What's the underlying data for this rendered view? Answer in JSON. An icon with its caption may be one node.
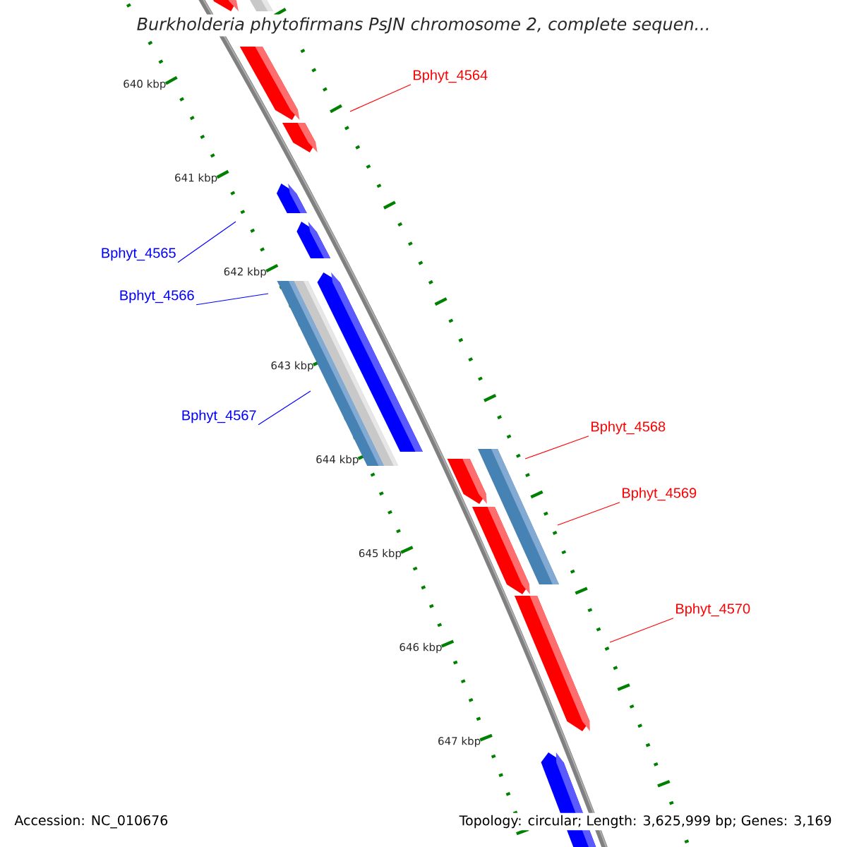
{
  "diagram": {
    "title": "Burkholderia phytofirmans PsJN chromosome 2, complete sequen...",
    "nodes": [
      {
        "text": [
          "Bphyt_4564"
        ]
      },
      {
        "text": [
          "Bphyt_4565"
        ]
      },
      {
        "text": [
          "Bphyt_4566"
        ]
      },
      {
        "text": [
          "Bphyt_4567"
        ]
      },
      {
        "text": [
          "Bphyt_4568"
        ]
      },
      {
        "text": [
          "Bphyt_4569"
        ]
      },
      {
        "text": [
          "Bphyt_4570"
        ]
      }
    ],
    "edges": [
      {
        "from": 0,
        "to": null,
        "arrow": "none",
        "color": "#ff0000"
      },
      {
        "from": 1,
        "to": null,
        "arrow": "none",
        "color": "#0000ff"
      },
      {
        "from": 2,
        "to": null,
        "arrow": "none",
        "color": "#0000ff"
      },
      {
        "from": 3,
        "to": null,
        "arrow": "none",
        "color": "#0000ff"
      },
      {
        "from": 4,
        "to": null,
        "arrow": "none",
        "color": "#ff0000"
      },
      {
        "from": 5,
        "to": null,
        "arrow": "none",
        "color": "#ff0000"
      },
      {
        "from": 6,
        "to": null,
        "arrow": "none",
        "color": "#ff0000"
      }
    ],
    "labels": [
      "640 kbp",
      "641 kbp",
      "642 kbp",
      "643 kbp",
      "644 kbp",
      "645 kbp",
      "646 kbp",
      "647 kbp",
      "Accession: NC_010676",
      "Topology: circular; Length: 3,625,999 bp; Genes: 3,169"
    ]
  }
}
